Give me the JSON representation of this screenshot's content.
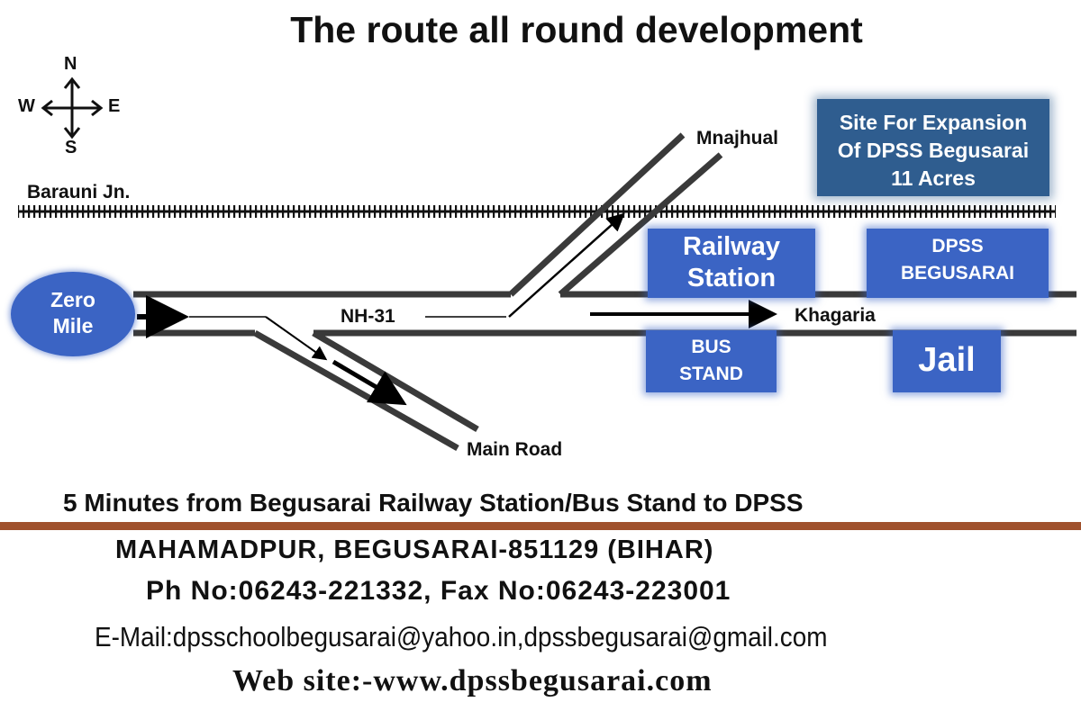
{
  "title": "The route all round development",
  "compass": {
    "n": "N",
    "s": "S",
    "e": "E",
    "w": "W",
    "icon": "compass-rose-icon"
  },
  "labels": {
    "barauni": "Barauni Jn.",
    "mnajhual": "Mnajhual",
    "nh31": "NH-31",
    "khagaria": "Khagaria",
    "main_road": "Main Road"
  },
  "zero_mile": {
    "line1": "Zero",
    "line2": "Mile"
  },
  "boxes": {
    "expansion": {
      "line1": "Site For Expansion",
      "line2": "Of DPSS Begusarai",
      "line3": "11 Acres"
    },
    "railway_station": {
      "line1": "Railway",
      "line2": "Station"
    },
    "dpss": {
      "line1": "DPSS",
      "line2": "BEGUSARAI"
    },
    "bus_stand": {
      "line1": "BUS",
      "line2": "STAND"
    },
    "jail": {
      "line1": "Jail"
    }
  },
  "footer": {
    "tagline": "5 Minutes from Begusarai Railway Station/Bus Stand to DPSS",
    "address": "MAHAMADPUR, BEGUSARAI-851129 (BIHAR)",
    "phone": "Ph No:06243-221332, Fax No:06243-223001",
    "email": "E-Mail:dpsschoolbegusarai@yahoo.in,dpssbegusarai@gmail.com",
    "website": "Web site:-www.dpssbegusarai.com"
  },
  "colors": {
    "box_blue": "#3b64c4",
    "expansion_blue": "#2f5d8f",
    "road_gray": "#3a3a3a",
    "divider_brown": "#a0522d"
  }
}
